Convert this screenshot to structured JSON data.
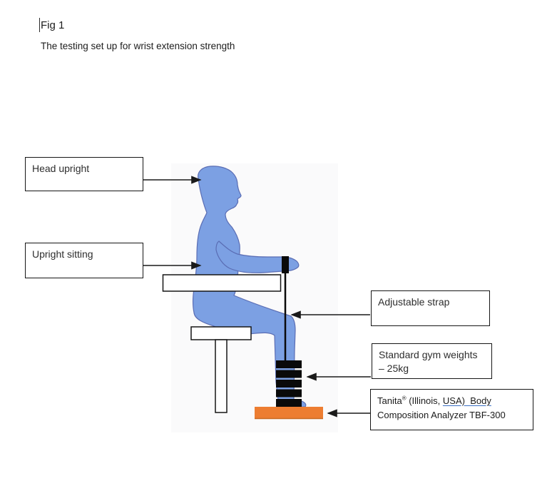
{
  "document": {
    "type": "figure page",
    "background": "#ffffff"
  },
  "caption": {
    "label": "Fig 1",
    "description": "The testing set up for wrist extension strength"
  },
  "callouts": [
    {
      "id": "head-upright",
      "text": "Head upright"
    },
    {
      "id": "upright-sitting",
      "text": "Upright sitting"
    },
    {
      "id": "adjustable-strap",
      "text": "Adjustable strap"
    },
    {
      "id": "gym-weights",
      "line1": "Standard gym weights",
      "line2": "– 25kg"
    },
    {
      "id": "analyzer",
      "line1_name": "Tanita",
      "line1_reg": "®",
      "line1_mid": " (Illinois, ",
      "line1_underlined": "USA)  Body",
      "line2": "Composition Analyzer TBF-300"
    }
  ],
  "diagram": {
    "person_fill": "#7CA0E3",
    "person_outline": "#5A6DB4",
    "strap_color": "#0a0a0a",
    "weights_color": "#0a0a0a",
    "weight_plate_count": 5,
    "platform_color": "#ED7D31",
    "platform_edge_color": "#C86A22",
    "furniture_fill": "#ffffff",
    "furniture_outline": "#161616",
    "arrow_color": "#1a1a1a",
    "figure_background": "#fafafb"
  }
}
